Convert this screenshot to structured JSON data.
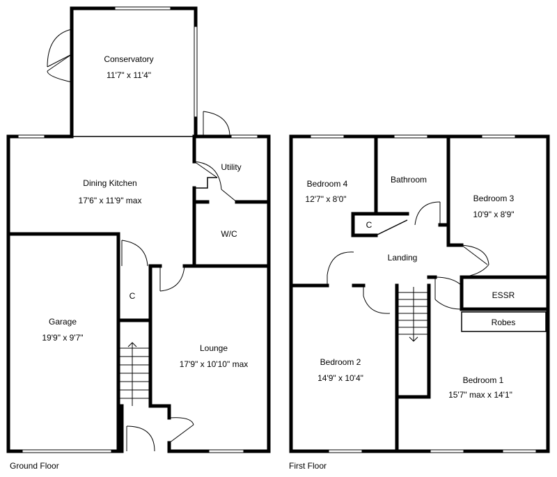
{
  "ground_floor": {
    "label": "Ground Floor",
    "rooms": {
      "conservatory": {
        "name": "Conservatory",
        "size": "11'7\" x 11'4\""
      },
      "dining_kitchen": {
        "name": "Dining Kitchen",
        "size": "17'6\" x 11'9\" max"
      },
      "utility": {
        "name": "Utility"
      },
      "wc": {
        "name": "W/C"
      },
      "cupboard": {
        "name": "C"
      },
      "garage": {
        "name": "Garage",
        "size": "19'9\" x 9'7\""
      },
      "lounge": {
        "name": "Lounge",
        "size": "17'9\" x 10'10\" max"
      }
    }
  },
  "first_floor": {
    "label": "First Floor",
    "rooms": {
      "bedroom4": {
        "name": "Bedroom 4",
        "size": "12'7\" x 8'0\""
      },
      "bathroom": {
        "name": "Bathroom"
      },
      "bedroom3": {
        "name": "Bedroom 3",
        "size": "10'9\" x 8'9\""
      },
      "cupboard": {
        "name": "C"
      },
      "landing": {
        "name": "Landing"
      },
      "essr": {
        "name": "ESSR"
      },
      "robes": {
        "name": "Robes"
      },
      "bedroom2": {
        "name": "Bedroom 2",
        "size": "14'9\" x 10'4\""
      },
      "bedroom1": {
        "name": "Bedroom 1",
        "size": "15'7\" max x 14'1\""
      }
    }
  }
}
